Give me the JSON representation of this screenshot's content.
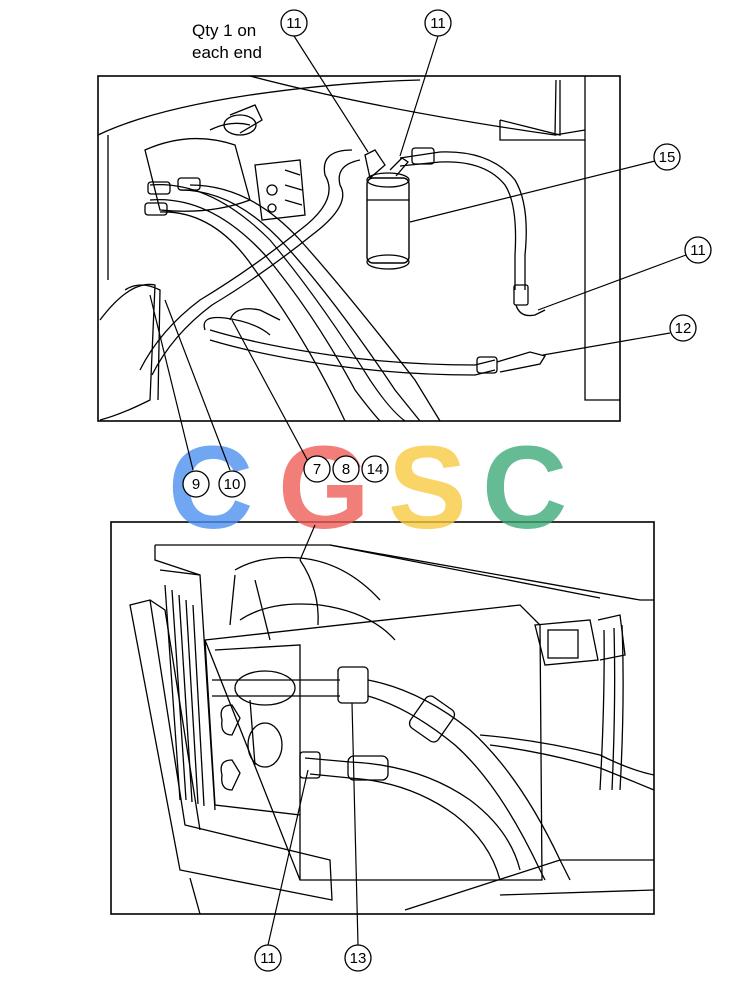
{
  "note": {
    "line1": "Qty 1 on",
    "line2": "each end"
  },
  "callouts": {
    "c11_top_left": "11",
    "c11_top_right": "11",
    "c15": "15",
    "c11_right": "11",
    "c12": "12",
    "c9": "9",
    "c10": "10",
    "c7": "7",
    "c8": "8",
    "c14": "14",
    "c11_bottom": "11",
    "c13": "13"
  },
  "watermark": {
    "letters": [
      "C",
      "G",
      "S",
      "C"
    ],
    "colors": [
      "#4a8ef0",
      "#ef5a55",
      "#f8c93c",
      "#3aa875"
    ]
  }
}
